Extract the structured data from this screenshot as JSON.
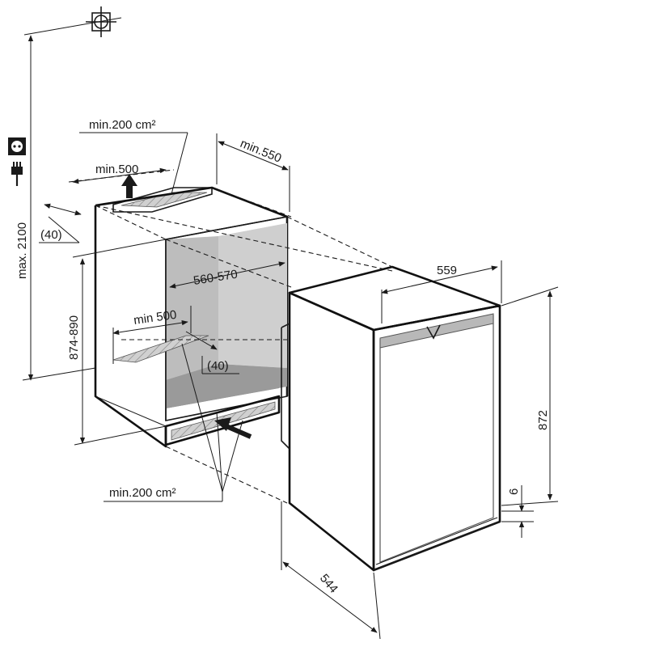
{
  "dimensions": {
    "max_height": "max. 2100",
    "niche_depth_min": "min.550",
    "niche_height": "874-890",
    "niche_width": "560-570",
    "top_vent_area": "min.200 cm²",
    "top_vent_width": "min.500",
    "top_vent_offset": "(40)",
    "bottom_vent_width": "min 500",
    "bottom_vent_offset": "(40)",
    "bottom_vent_area": "min.200 cm²",
    "appliance_width": "559",
    "appliance_height": "872",
    "appliance_depth": "544",
    "plinth_gap": "6"
  },
  "icons": {
    "socket": "power-socket-icon",
    "plug": "power-plug-icon",
    "target": "crosshair-target-icon"
  },
  "colors": {
    "line": "#1a1a1a",
    "niche_interior": "#d6d6d6",
    "vent_grille": "#bdbdbd",
    "handle": "#b8b8b8"
  }
}
